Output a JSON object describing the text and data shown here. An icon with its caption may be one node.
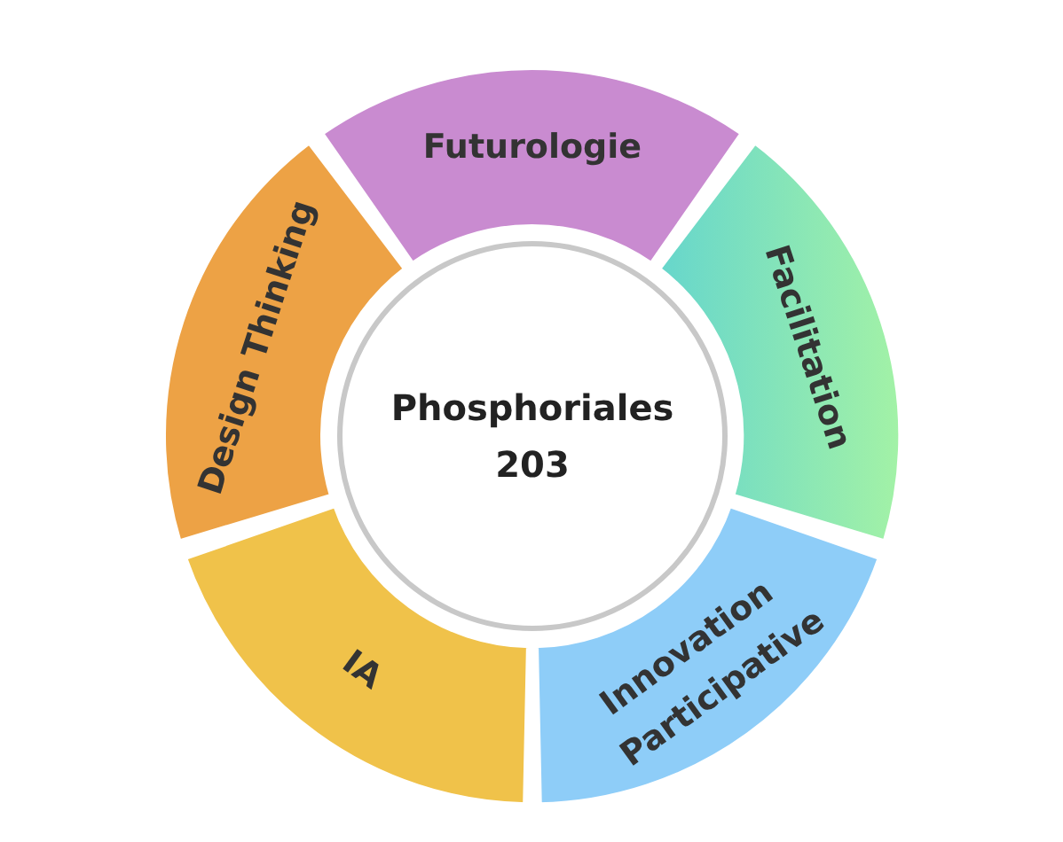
{
  "diagram": {
    "nodes": [
      {
        "text": [
          "Phosphoriales 203"
        ]
      },
      {
        "text": [
          "Futurologie"
        ]
      },
      {
        "text": [
          "Facilitation"
        ]
      },
      {
        "text": [
          "Innovation Participative"
        ]
      },
      {
        "text": [
          "IA"
        ]
      },
      {
        "text": [
          "Design Thinking"
        ]
      }
    ]
  }
}
